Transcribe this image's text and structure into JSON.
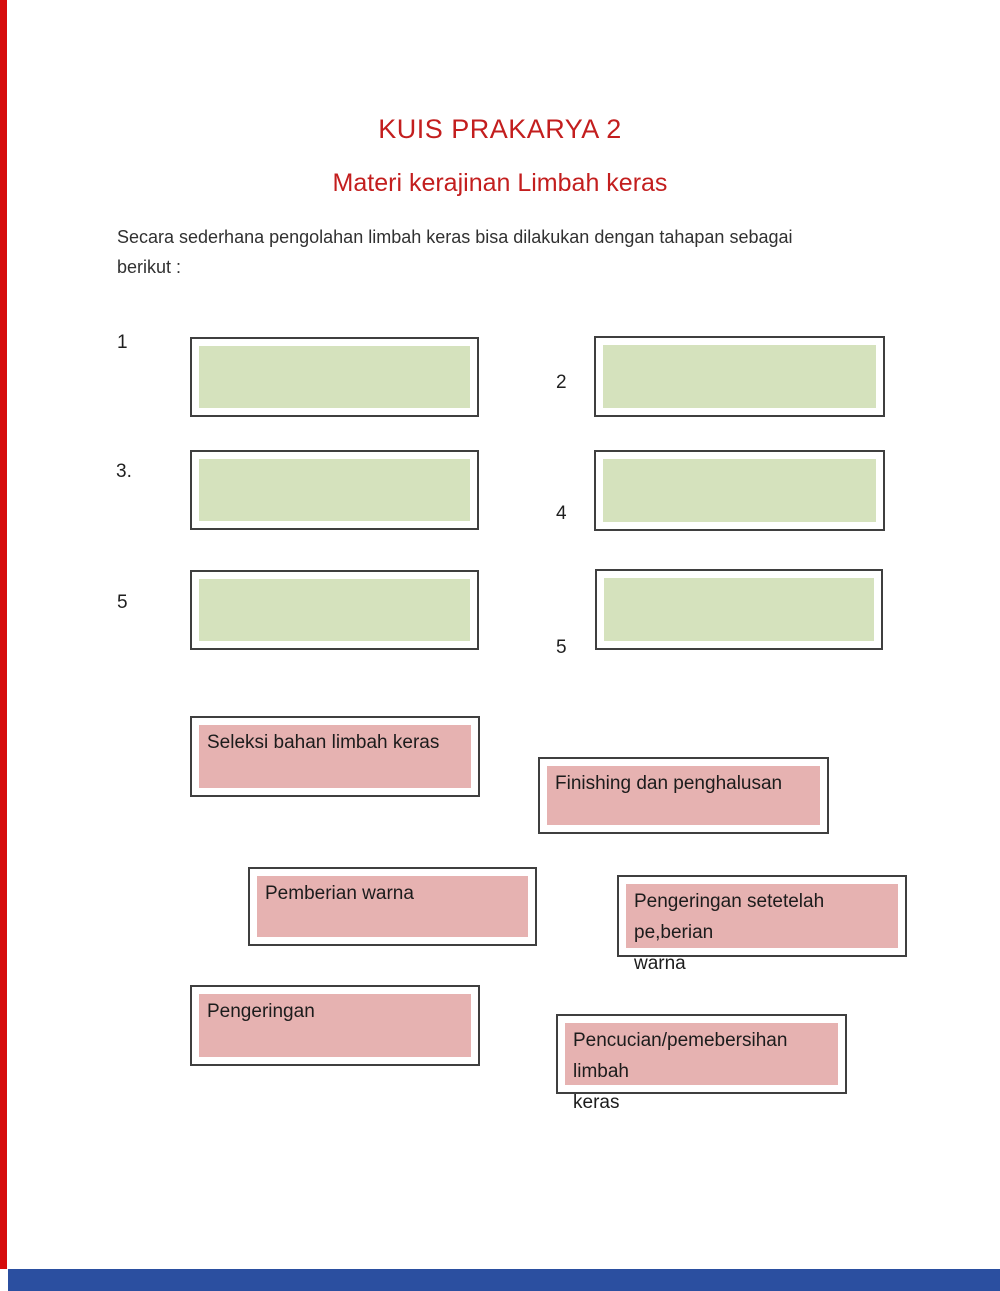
{
  "page": {
    "title": "KUIS PRAKARYA 2",
    "subtitle": "Materi kerajinan Limbah keras",
    "intro": "Secara sederhana pengolahan limbah keras bisa dilakukan dengan tahapan sebagai\nberikut :"
  },
  "colors": {
    "heading_red": "#c31e1e",
    "zone_green": "#d5e2bd",
    "answer_pink": "#e6b2b1",
    "box_border": "#3f3f3f",
    "left_stripe_red": "#d60c0c",
    "bottom_stripe_blue": "#2b4fa0"
  },
  "drop_zones": [
    {
      "number": "1"
    },
    {
      "number": "2"
    },
    {
      "number": "3."
    },
    {
      "number": "4"
    },
    {
      "number": "5"
    },
    {
      "number": "5"
    }
  ],
  "answers": [
    {
      "label": "Seleksi bahan limbah keras"
    },
    {
      "label": "Finishing dan penghalusan"
    },
    {
      "label": "Pemberian warna"
    },
    {
      "label": "Pengeringan setetelah pe,berian\nwarna"
    },
    {
      "label": "Pengeringan"
    },
    {
      "label": "Pencucian/pemebersihan limbah\nkeras"
    }
  ]
}
